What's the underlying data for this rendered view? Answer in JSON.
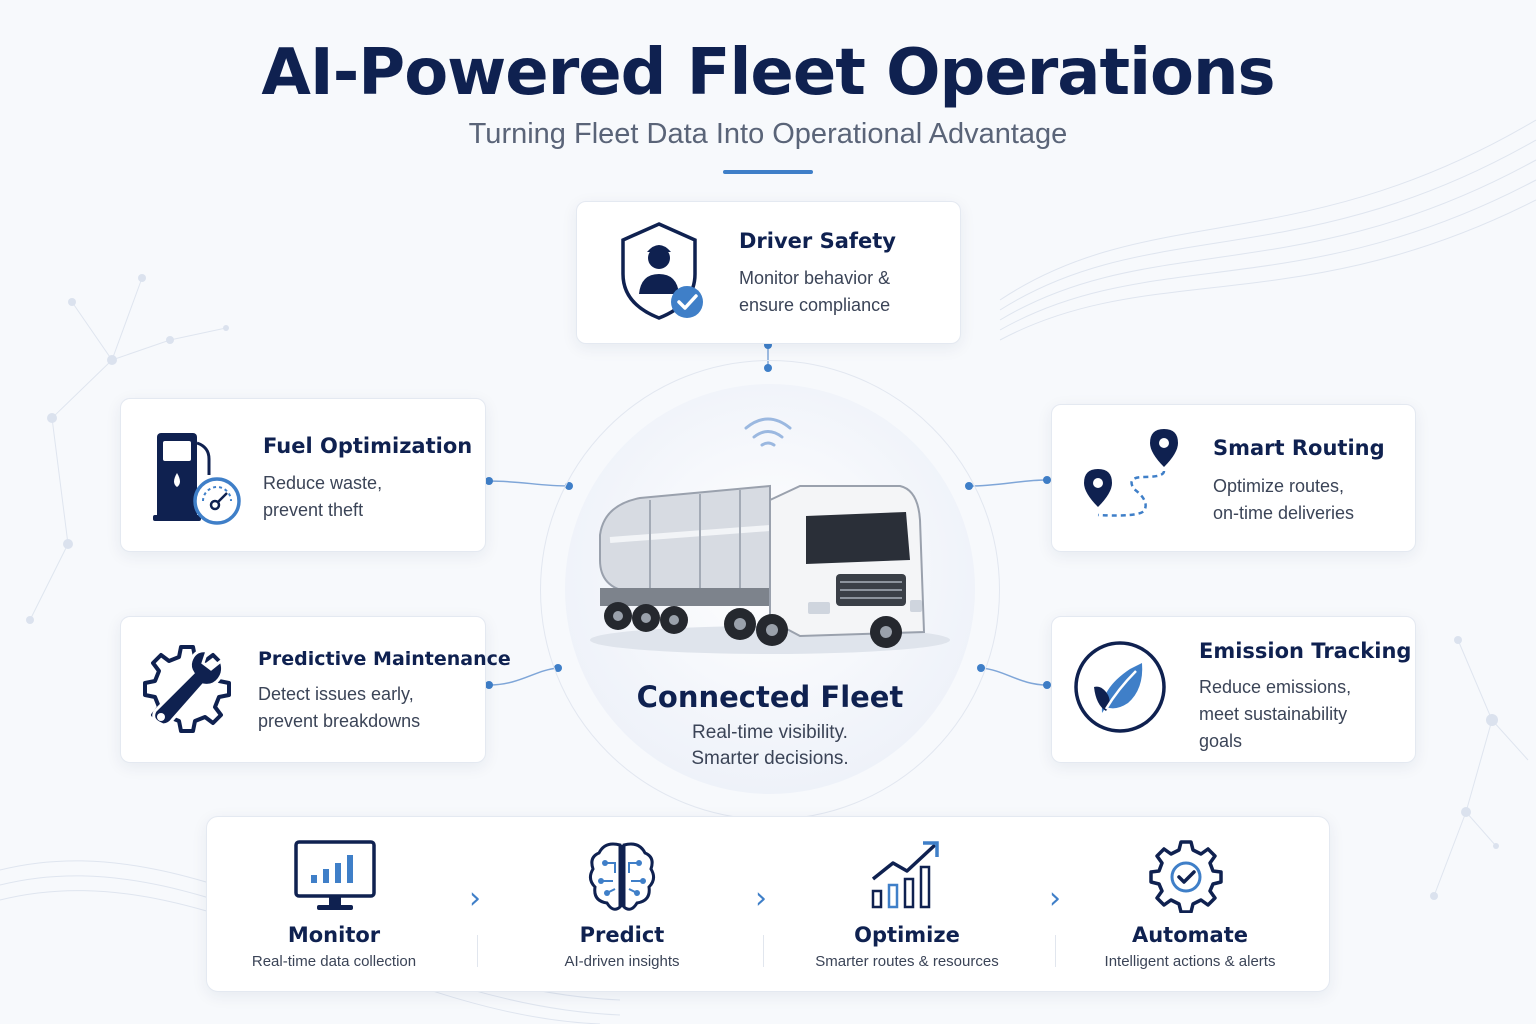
{
  "header": {
    "title": "AI-Powered Fleet Operations",
    "subtitle": "Turning Fleet Data Into Operational Advantage"
  },
  "hub": {
    "icon": "truck-illustration",
    "status_icon": "wifi-icon",
    "title": "Connected Fleet",
    "desc_line1": "Real-time visibility.",
    "desc_line2": "Smarter decisions."
  },
  "features": {
    "driver_safety": {
      "icon": "shield-driver-icon",
      "title": "Driver Safety",
      "line1": "Monitor behavior &",
      "line2": "ensure compliance"
    },
    "fuel": {
      "icon": "fuel-pump-gauge-icon",
      "title": "Fuel Optimization",
      "line1": "Reduce waste,",
      "line2": "prevent theft"
    },
    "routing": {
      "icon": "route-pins-icon",
      "title": "Smart Routing",
      "line1": "Optimize routes,",
      "line2": "on-time deliveries"
    },
    "maintenance": {
      "icon": "wrench-gear-icon",
      "title": "Predictive Maintenance",
      "line1": "Detect issues early,",
      "line2": "prevent breakdowns"
    },
    "emission": {
      "icon": "leaf-icon",
      "title": "Emission Tracking",
      "line1": "Reduce emissions,",
      "line2": "meet sustainability",
      "line3": "goals"
    }
  },
  "process": {
    "steps": [
      {
        "icon": "monitor-chart-icon",
        "title": "Monitor",
        "desc": "Real-time data collection"
      },
      {
        "icon": "brain-circuit-icon",
        "title": "Predict",
        "desc": "AI-driven insights"
      },
      {
        "icon": "growth-chart-icon",
        "title": "Optimize",
        "desc": "Smarter routes & resources"
      },
      {
        "icon": "gear-check-icon",
        "title": "Automate",
        "desc": "Intelligent actions & alerts"
      }
    ]
  },
  "colors": {
    "navy": "#0f2150",
    "accent": "#3f7fc8",
    "text": "#3b4457",
    "background": "#f7f9fc"
  }
}
